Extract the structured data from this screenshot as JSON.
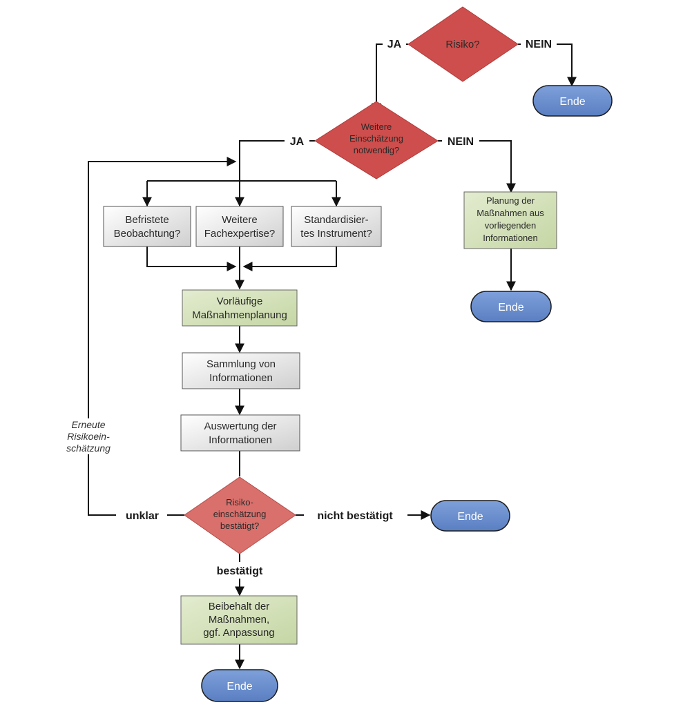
{
  "nodes": {
    "risk_decision": {
      "lines": [
        "Risiko?"
      ]
    },
    "end_top_right": {
      "lines": [
        "Ende"
      ]
    },
    "further_assessment_decision": {
      "lines": [
        "Weitere",
        "Einschätzung",
        "notwendig?"
      ]
    },
    "observation_box": {
      "lines": [
        "Befristete",
        "Beobachtung?"
      ]
    },
    "expertise_box": {
      "lines": [
        "Weitere",
        "Fachexpertise?"
      ]
    },
    "instrument_box": {
      "lines": [
        "Standardisier-",
        "tes Instrument?"
      ]
    },
    "planning_box": {
      "lines": [
        "Planung der",
        "Maßnahmen aus",
        "vorliegenden",
        "Informationen"
      ]
    },
    "end_right_mid": {
      "lines": [
        "Ende"
      ]
    },
    "preliminary_box": {
      "lines": [
        "Vorläufige",
        "Maßnahmenplanung"
      ]
    },
    "collection_box": {
      "lines": [
        "Sammlung von",
        "Informationen"
      ]
    },
    "evaluation_box": {
      "lines": [
        "Auswertung der",
        "Informationen"
      ]
    },
    "confirmed_decision": {
      "lines": [
        "Risiko-",
        "einschätzung",
        "bestätigt?"
      ]
    },
    "end_not_confirmed": {
      "lines": [
        "Ende"
      ]
    },
    "maintain_box": {
      "lines": [
        "Beibehalt der",
        "Maßnahmen,",
        "ggf. Anpassung"
      ]
    },
    "end_bottom": {
      "lines": [
        "Ende"
      ]
    }
  },
  "edge_labels": {
    "risk_yes": "JA",
    "risk_no": "NEIN",
    "assessment_yes": "JA",
    "assessment_no": "NEIN",
    "unclear": "unklar",
    "not_confirmed": "nicht bestätigt",
    "confirmed": "bestätigt"
  },
  "loop_label": {
    "lines": [
      "Erneute",
      "Risikoein-",
      "schätzung"
    ]
  },
  "colors": {
    "decision_dark": "#cd4e4c",
    "decision_light": "#d9706c",
    "process_green": "#d7e4bd",
    "process_grey": "#e6e6e6",
    "end_blue": "#6b8fcf"
  }
}
